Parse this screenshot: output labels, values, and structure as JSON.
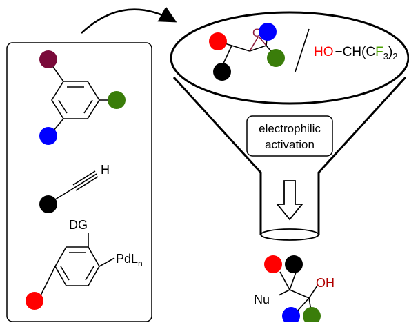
{
  "colors": {
    "red": "#ff0000",
    "black": "#000000",
    "blue": "#0000ff",
    "green": "#3a7d0a",
    "maroon": "#7a0a3a",
    "oxygen": "#8b1a3a",
    "fluorine": "#4aa000",
    "hydroxyl_red": "#ff0000",
    "oh_label": "#b00000"
  },
  "reagent": {
    "ho": "HO",
    "dash": "−",
    "ch": "CH(C",
    "f": "F",
    "close_paren": ")",
    "sub2_a": "3",
    "sub2_b": "2"
  },
  "epoxide_o": "O",
  "activation_box": {
    "line1": "electrophilic",
    "line2": "activation"
  },
  "substrates": {
    "alkyne_h": "H",
    "dg": "DG",
    "pd": "PdL",
    "pd_sub": "n"
  },
  "product": {
    "nu": "Nu",
    "oh": "OH"
  }
}
